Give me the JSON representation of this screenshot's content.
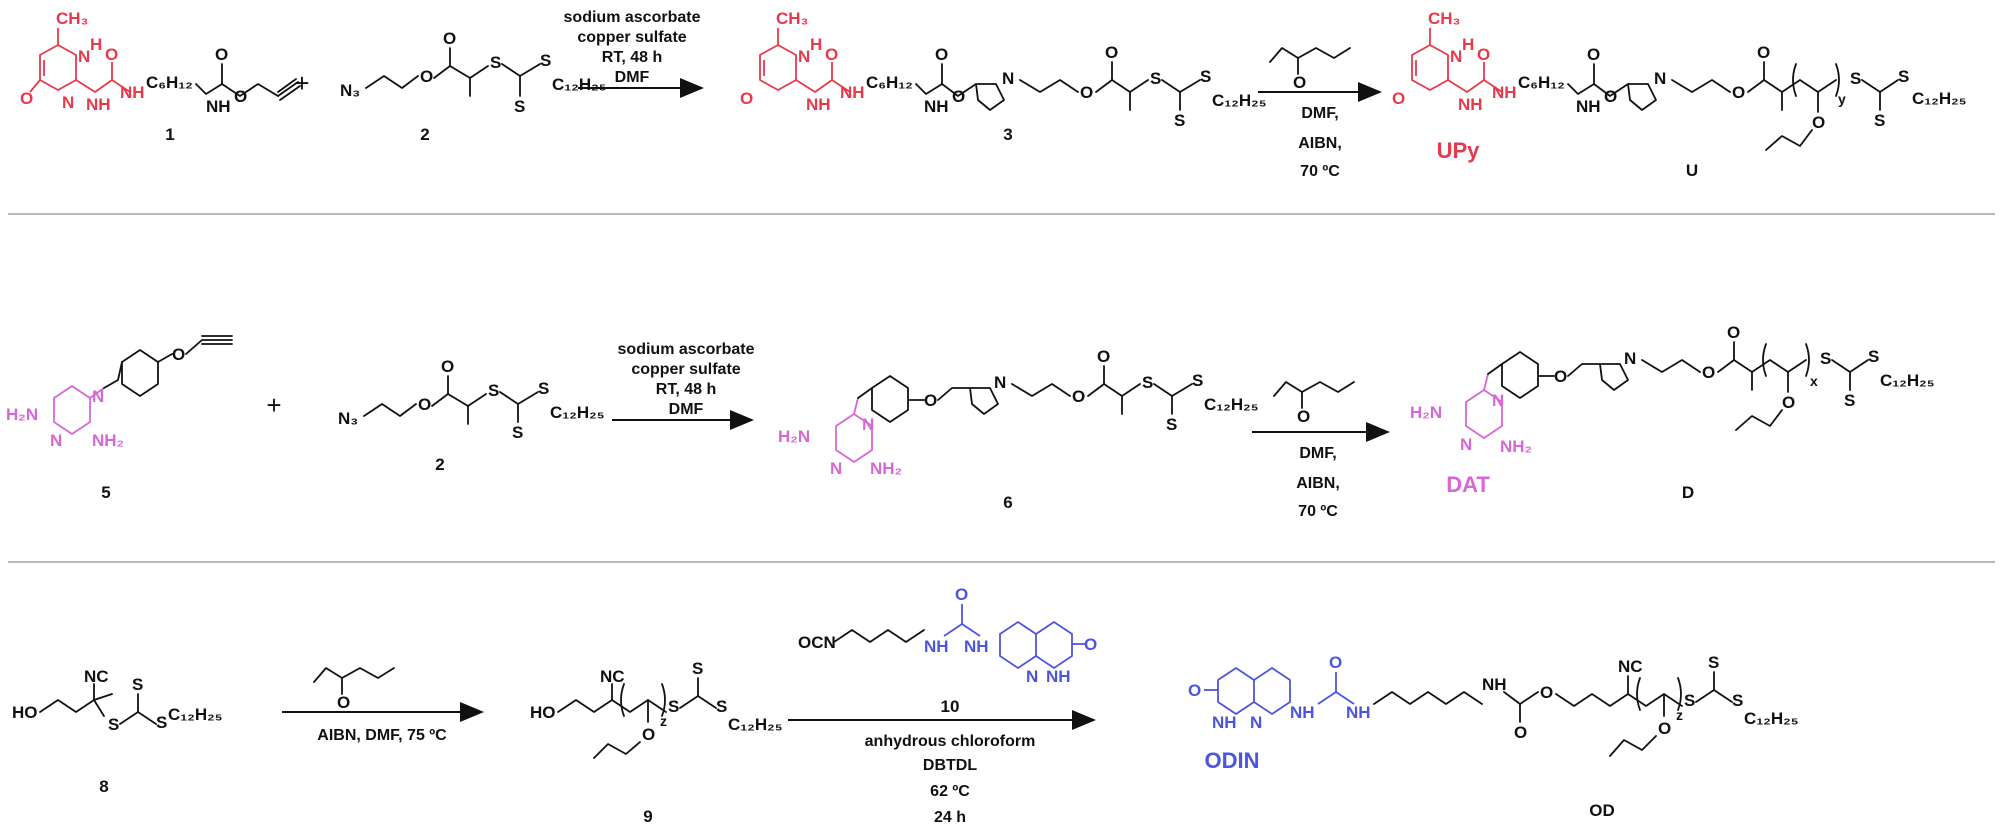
{
  "labels": {
    "ch3": "CH₃",
    "h": "H",
    "n": "N",
    "o": "O",
    "s": "S",
    "nh": "NH",
    "hn": "H",
    "nhn": "NH",
    "nh2": "NH₂",
    "h2n": "H₂N",
    "n3": "N₃",
    "nc": "NC",
    "ho": "HO",
    "ocn": "OCN",
    "c6h12": "C₆H₁₂",
    "c12h25": "C₁₂H₂₅",
    "x": "x",
    "y": "y",
    "z": "z"
  },
  "row1": {
    "cmpd1": "1",
    "plus": "+",
    "cmpd2": "2",
    "cond1": [
      "sodium ascorbate",
      "copper sulfate",
      "RT, 48 h",
      "DMF"
    ],
    "cmpd3": "3",
    "cond2": [
      "DMF,",
      "AIBN,",
      "70 ºC"
    ],
    "name": "UPy",
    "product": "U"
  },
  "row2": {
    "cmpd5": "5",
    "plus": "+",
    "cmpd2": "2",
    "cond1": [
      "sodium ascorbate",
      "copper sulfate",
      "RT, 48 h",
      "DMF"
    ],
    "cmpd6": "6",
    "cond2": [
      "DMF,",
      "AIBN,",
      "70 ºC"
    ],
    "name": "DAT",
    "product": "D"
  },
  "row3": {
    "cmpd8": "8",
    "cond1": "AIBN, DMF, 75 ºC",
    "cmpd9": "9",
    "reagent": "10",
    "cond2": [
      "anhydrous chloroform",
      "DBTDL",
      "62 ºC",
      "24 h"
    ],
    "name": "ODIN",
    "product": "OD"
  },
  "colors": {
    "upy": "#e8394a",
    "dat": "#d866d8",
    "odin": "#4b55e0",
    "divider": "#9aa3ad"
  }
}
